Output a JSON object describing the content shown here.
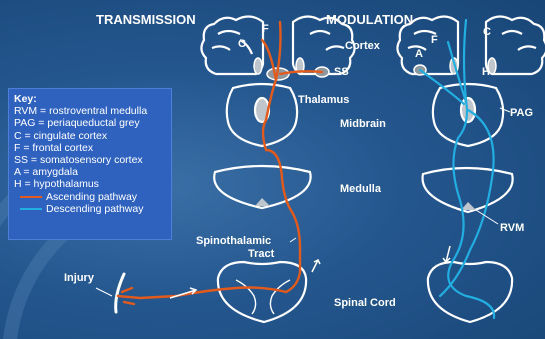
{
  "headers": {
    "transmission": "TRANSMISSION",
    "modulation": "MODULATION"
  },
  "labels": {
    "f": "F",
    "c": "C",
    "cortex": "Cortex",
    "ss": "SS",
    "thalamus": "Thalamus",
    "midbrain": "Midbrain",
    "medulla": "Medulla",
    "spinothalamic": "Spinothalamic",
    "tract": "Tract",
    "spinal_cord": "Spinal Cord",
    "injury": "Injury",
    "a": "A",
    "h": "H",
    "pag": "PAG",
    "rvm": "RVM"
  },
  "key": {
    "title": "Key:",
    "entries": [
      "RVM = rostroventral medulla",
      "PAG = periaqueductal grey",
      "C = cingulate cortex",
      "F = frontal cortex",
      "SS = somatosensory cortex",
      "A = amygdala",
      "H = hypothalamus"
    ],
    "ascending": "Ascending pathway",
    "descending": "Descending pathway"
  },
  "colors": {
    "background": "#1f5187",
    "ascending": "#e25a1c",
    "descending": "#22aee0",
    "key_box": "#2f62bf"
  }
}
